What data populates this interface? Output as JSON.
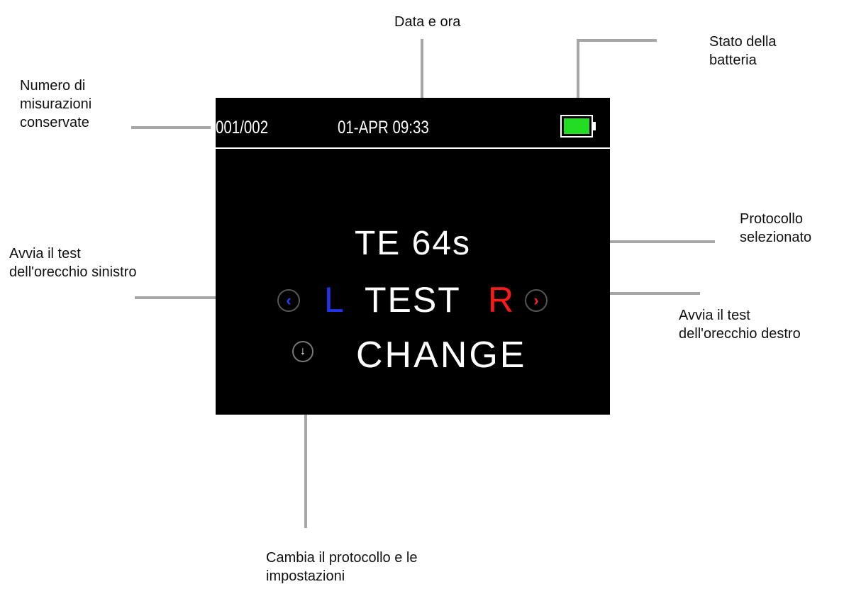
{
  "callouts": {
    "date_time": "Data e ora",
    "battery": [
      "Stato della",
      "batteria"
    ],
    "stored": [
      "Numero di",
      "misurazioni",
      "conservate"
    ],
    "protocol": [
      "Protocollo",
      "selezionato"
    ],
    "left_test": [
      "Avvia il test",
      "dell'orecchio sinistro"
    ],
    "right_test": [
      "Avvia il test",
      "dell'orecchio destro"
    ],
    "change": [
      "Cambia il protocollo e le",
      "impostazioni"
    ]
  },
  "screen": {
    "count": "001/002",
    "datetime": "01-APR 09:33",
    "protocol": "TE 64s",
    "left_label": "L",
    "test_label": "TEST",
    "right_label": "R",
    "change_label": "CHANGE",
    "left_icon": "chevron-left-icon",
    "right_icon": "chevron-right-icon",
    "down_icon": "chevron-down-icon",
    "colors": {
      "left": "#2233ee",
      "right": "#ff1a1a",
      "battery": "#22dd22",
      "background": "#000000"
    }
  }
}
